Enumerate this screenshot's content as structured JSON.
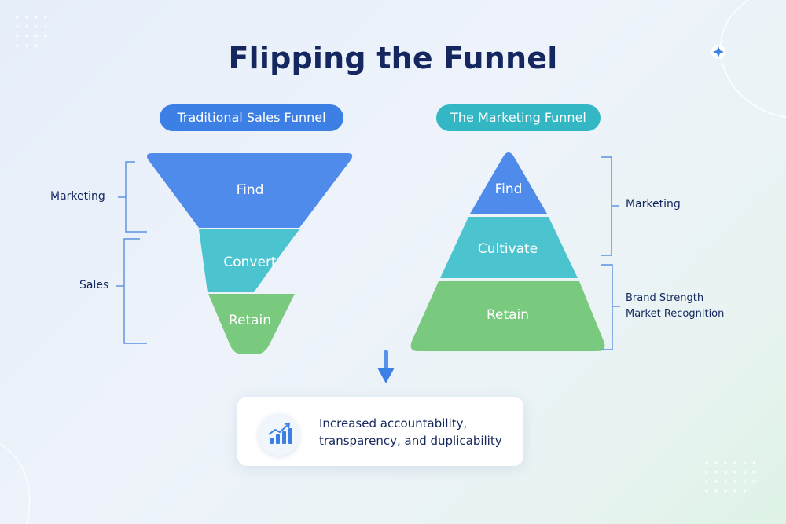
{
  "title": "Flipping the Funnel",
  "left": {
    "heading": "Traditional Sales Funnel",
    "segments": [
      "Find",
      "Convert",
      "Retain"
    ],
    "brackets": [
      "Marketing",
      "Sales"
    ]
  },
  "right": {
    "heading": "The Marketing Funnel",
    "segments": [
      "Find",
      "Cultivate",
      "Retain"
    ],
    "brackets": [
      "Marketing",
      "Brand Strength",
      "Market Recognition"
    ]
  },
  "callout": {
    "line1": "Increased accountability,",
    "line2": "transparency, and duplicability",
    "icon": "growth-chart-icon"
  },
  "colors": {
    "blue": "#4f8bea",
    "teal": "#4cc4d0",
    "green": "#79c97f",
    "navy": "#14275e",
    "bracket": "#5b8fe0"
  }
}
